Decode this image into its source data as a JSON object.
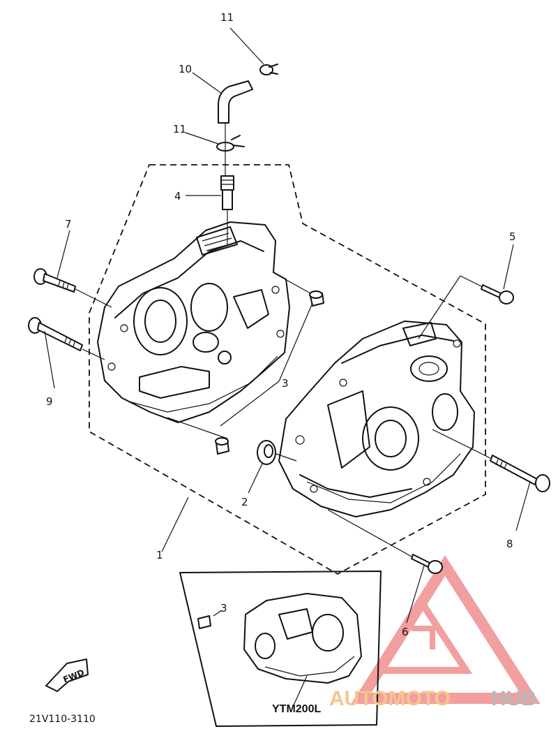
{
  "part_labels": {
    "p1": "1",
    "p2": "2",
    "p3a": "3",
    "p3b": "3",
    "p4": "4",
    "p5": "5",
    "p6": "6",
    "p7": "7",
    "p8": "8",
    "p9": "9",
    "p10": "10",
    "p11a": "11",
    "p11b": "11"
  },
  "fwd_label": "FWD",
  "variant_label": "YTM200L",
  "drawing_code": "21V110-3110",
  "watermark": {
    "text_a": "AUTOMOTO",
    "text_b": "HUB",
    "color_a": "#f7c58d",
    "color_b": "#b8b8b8",
    "logo_color": "#ef8f8f"
  }
}
